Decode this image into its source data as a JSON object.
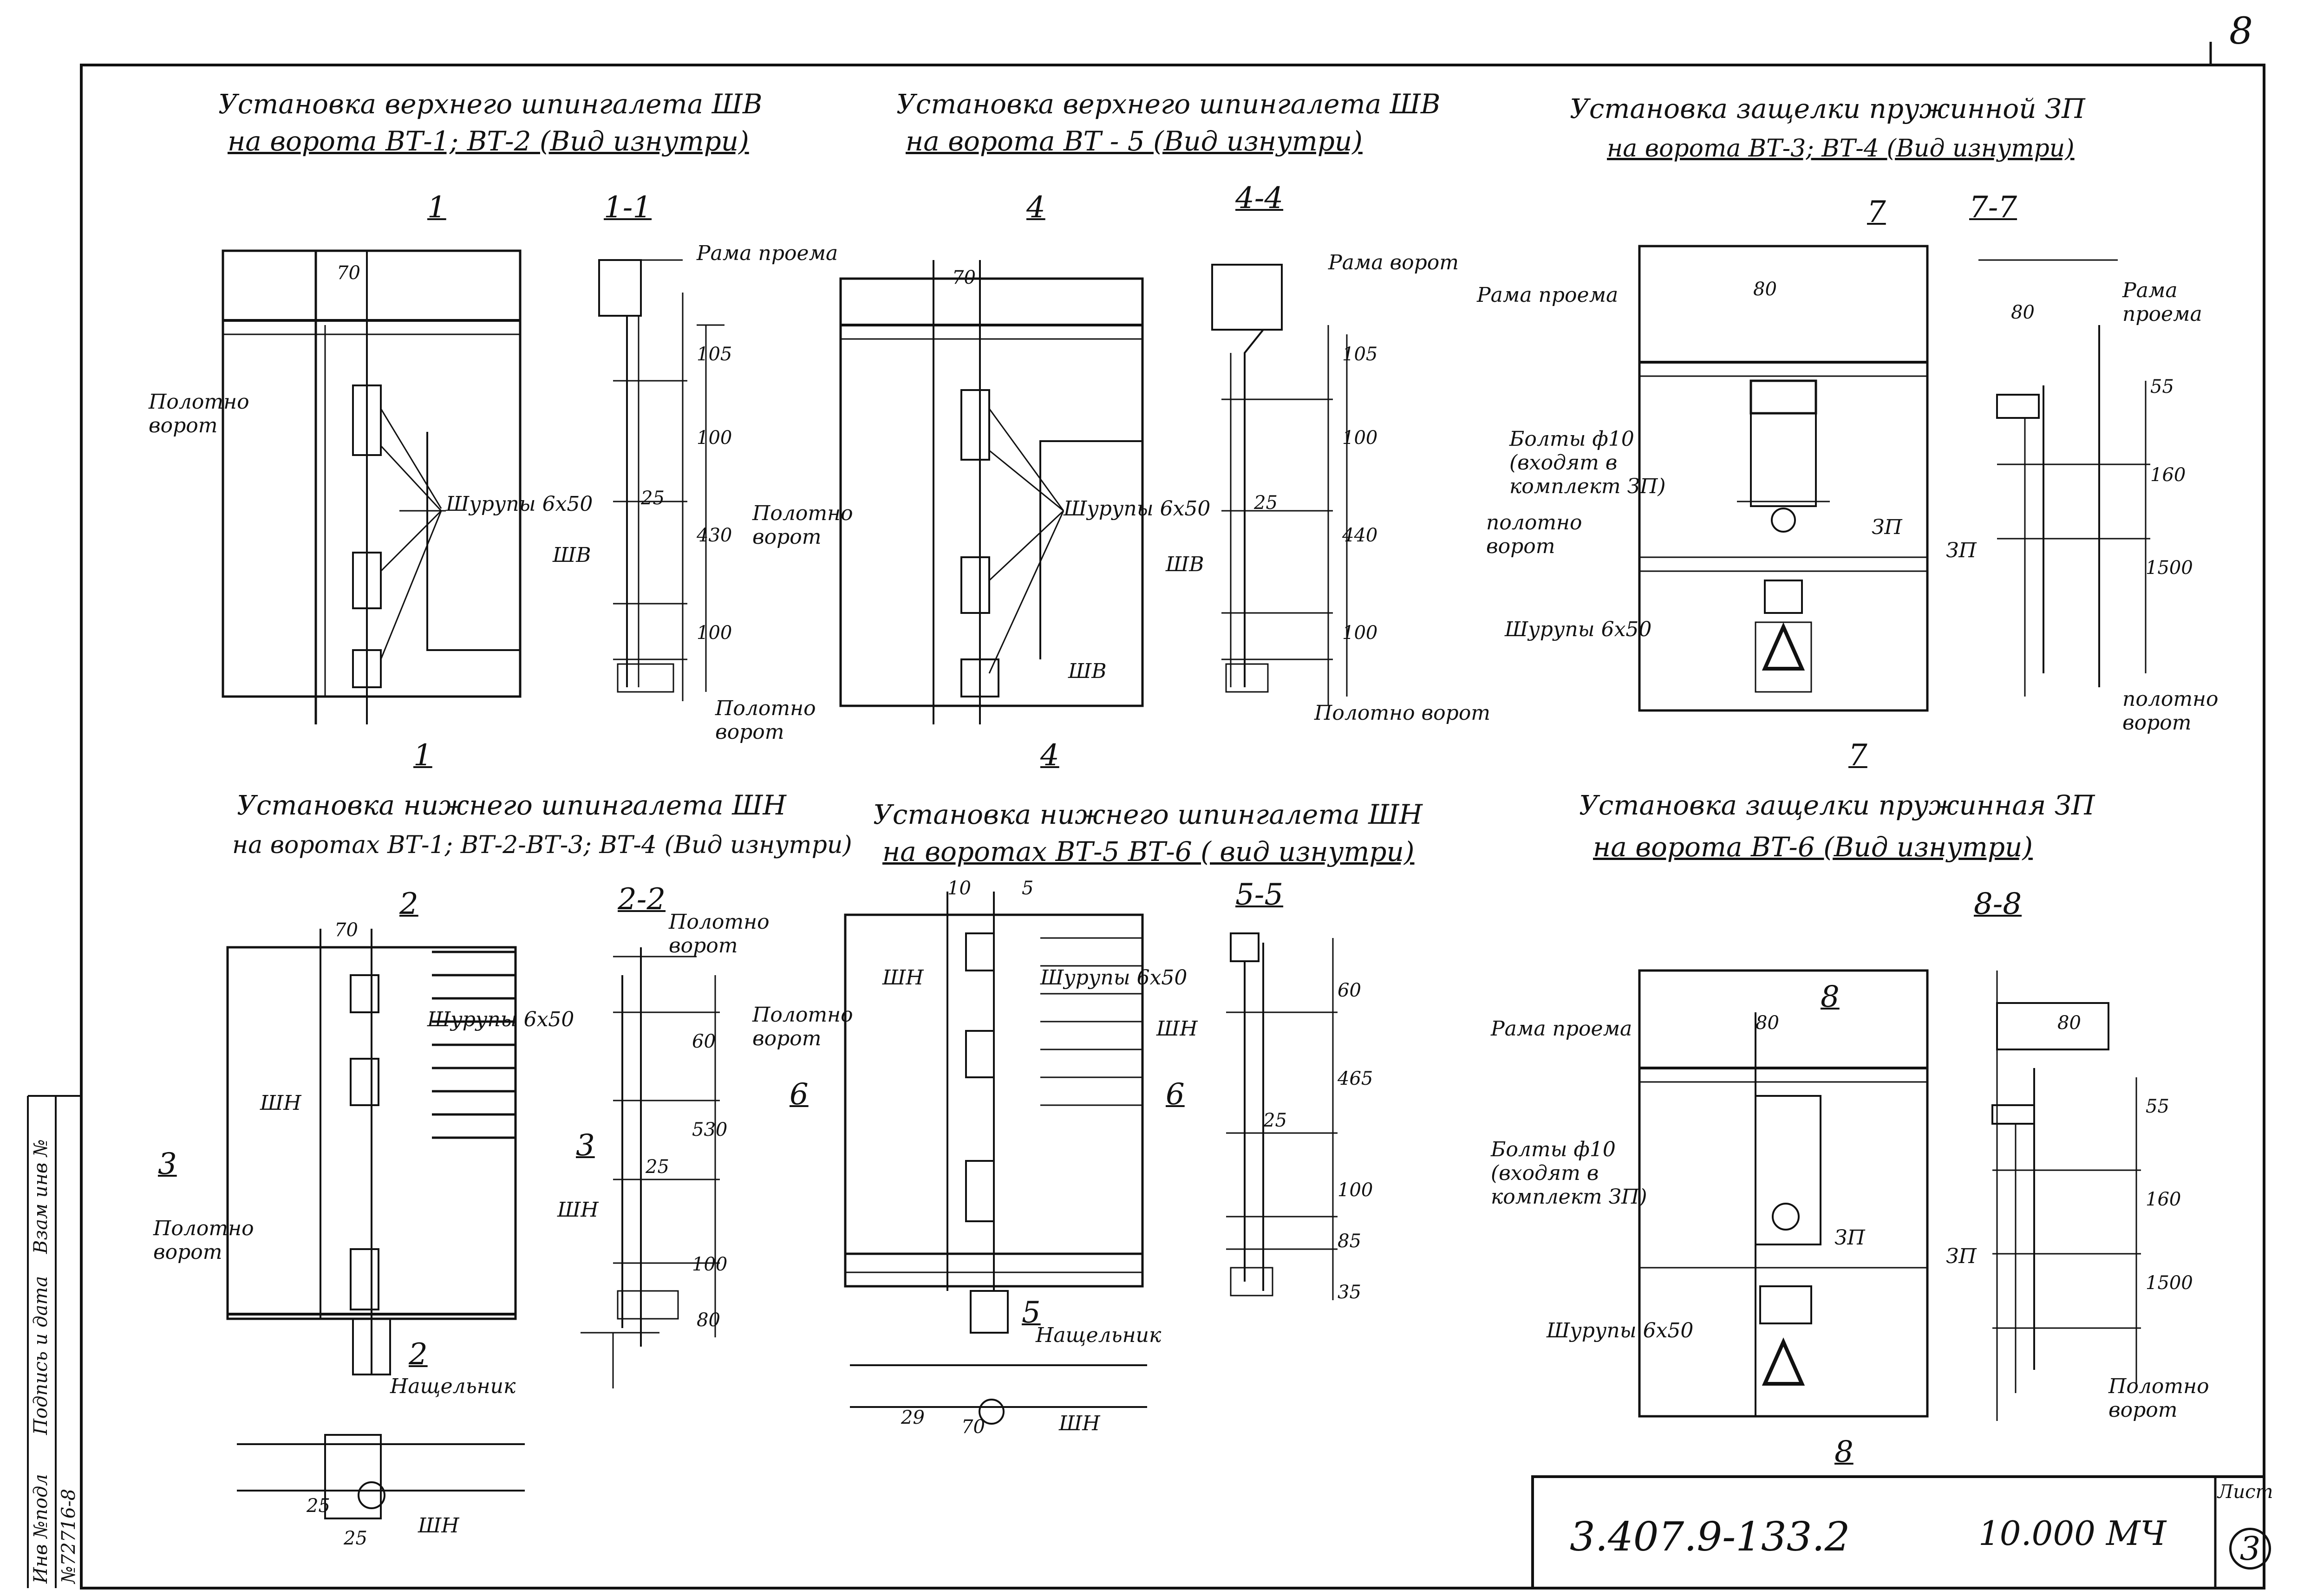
{
  "sheet": {
    "page_number": "8",
    "designation": "3.407.9-133.2",
    "code": "10.000 МЧ",
    "sheet_label": "Лист",
    "sheet_number": "3"
  },
  "side_strip": {
    "inv_orig": "Инв №подл",
    "inv_number": "№72716-8",
    "sign_date": "Подпись и дата",
    "replace_inv": "Взам инв №"
  },
  "views": {
    "v1": {
      "title1": "Установка верхнего шпингалета ШВ",
      "title2": "на ворота ВТ-1; ВТ-2  (Вид изнутри)",
      "cut_marker": "1",
      "section": "1-1",
      "labels": {
        "frame": "Рама проема",
        "leaf": "Полотно ворот",
        "screws": "Шурупы 6х50",
        "bolt": "ШВ",
        "leaf2": "Полотно ворот"
      },
      "dims": [
        "70",
        "105",
        "100",
        "25",
        "430",
        "100"
      ]
    },
    "v2": {
      "title1": "Установка верхнего  шпингалета ШВ",
      "title2": "на ворота  ВТ - 5 (Вид  изнутри)",
      "cut_marker": "4",
      "section": "4-4",
      "labels": {
        "frame": "Рама ворот",
        "leaf": "Полотно ворот",
        "screws": "Шурупы 6х50",
        "bolt": "ШВ",
        "leaf2": "Полотно ворот"
      },
      "dims": [
        "70",
        "105",
        "100",
        "25",
        "440",
        "100"
      ]
    },
    "v3": {
      "title1": "Установка защелки пружинной ЗП",
      "title2": "на ворота ВТ-3; ВТ-4 (Вид изнутри)",
      "cut_marker": "7",
      "section": "7-7",
      "labels": {
        "frame": "Рама проема",
        "frame2": "Рама проема",
        "bolts": "Болты ф10 (входят в комплект ЗП)",
        "leaf": "полотно ворот",
        "latch": "ЗП",
        "screws": "Шурупы 6х50",
        "leaf2": "полотно ворот"
      },
      "dims": [
        "80",
        "80",
        "55",
        "160",
        "1500"
      ]
    },
    "v4": {
      "title1": "Установка нижнего шпингалета ШН",
      "title2": "на воротах ВТ-1; ВТ-2-ВТ-3; ВТ-4 (Вид изнутри)",
      "cut_marker": "2",
      "cut_marker2": "3",
      "section": "2-2",
      "labels": {
        "leaf": "Полотно ворот",
        "leaf2": "Полотно ворот",
        "screws": "Шурупы 6х50",
        "bolt": "ШН",
        "strike": "Нащельник",
        "bolt2": "ШН"
      },
      "dims": [
        "70",
        "60",
        "530",
        "25",
        "100",
        "80",
        "25",
        "25"
      ]
    },
    "v5": {
      "title1": "Установка нижнего  шпингалета ШН",
      "title2": "на  воротах ВТ-5 ВТ-6 ( вид  изнутри)",
      "cut_marker": "5",
      "cut_marker2": "6",
      "section": "5-5",
      "labels": {
        "leaf": "Полотно ворот",
        "screws": "Шурупы 6х50",
        "bolt": "ШН",
        "bolt2": "ШН",
        "strike": "Нащельник",
        "bolt3": "ШН"
      },
      "dims": [
        "10",
        "5",
        "60",
        "465",
        "25",
        "100",
        "85",
        "35",
        "29",
        "70"
      ]
    },
    "v6": {
      "title1": "Установка защелки пружинная ЗП",
      "title2": "на ворота ВТ-6 (Вид изнутри)",
      "cut_marker": "8",
      "section": "8-8",
      "labels": {
        "frame": "Рама проема",
        "bolts": "Болты ф10 (входят в комплект ЗП)",
        "latch": "ЗП",
        "latch2": "ЗП",
        "screws": "Шурупы 6х50",
        "leaf": "Полотно ворот"
      },
      "dims": [
        "80",
        "80",
        "55",
        "160",
        "1500"
      ]
    }
  }
}
